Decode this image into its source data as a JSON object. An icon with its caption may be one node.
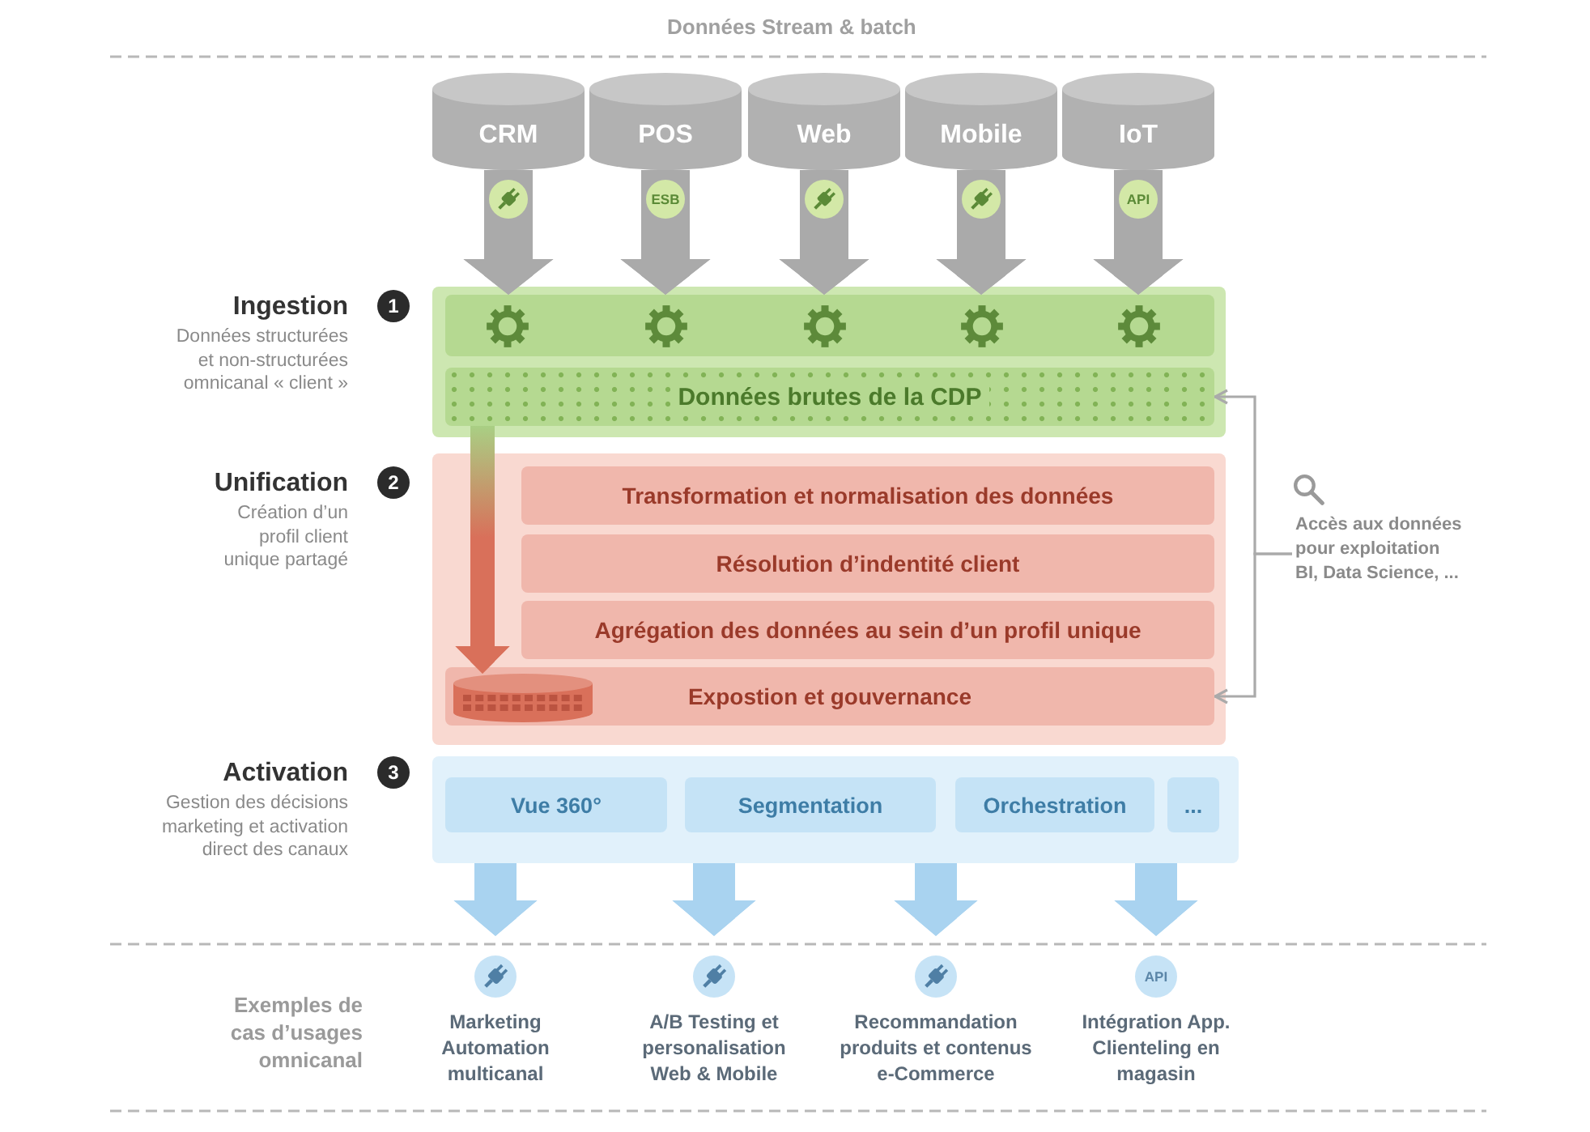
{
  "diagram": {
    "title": "Données Stream & batch",
    "nodes": [
      {
        "text": [
          "CRM"
        ]
      },
      {
        "text": [
          "POS"
        ]
      },
      {
        "text": [
          "Web"
        ]
      },
      {
        "text": [
          "Mobile"
        ]
      },
      {
        "text": [
          "IoT"
        ]
      },
      {
        "text": [
          "Ingestion",
          "Données structurées et non-structurées omnicanal « client »"
        ],
        "beside": [
          "1"
        ]
      },
      {
        "text": [],
        "shape": "bar",
        "in": 5
      },
      {
        "text": [
          "Données brutes de la CDP"
        ],
        "in": 5
      },
      {
        "text": [
          "Unification",
          "Création d’un profil client unique partagé"
        ],
        "beside": [
          "2"
        ]
      },
      {
        "text": [
          "Transformation et normalisation des données"
        ],
        "in": 8
      },
      {
        "text": [
          "Résolution d’indentité client"
        ],
        "in": 8
      },
      {
        "text": [
          "Agrégation des données au sein d’un profil unique"
        ],
        "in": 8
      },
      {
        "text": [
          "Expostion et gouvernance"
        ],
        "in": 8
      },
      {
        "text": [],
        "shape": "cylinder",
        "in": 12
      },
      {
        "text": [
          "Accès aux données pour exploitation BI, Data Science, ..."
        ]
      },
      {
        "text": [
          "Activation",
          "Gestion des décisions marketing et activation direct des canaux"
        ],
        "beside": [
          "3"
        ]
      },
      {
        "text": [
          "Vue 360°"
        ],
        "in": 15
      },
      {
        "text": [
          "Segmentation"
        ],
        "in": 15
      },
      {
        "text": [
          "Orchestration"
        ],
        "in": 15
      },
      {
        "text": [
          "..."
        ],
        "in": 15
      },
      {
        "text": [
          "Marketing Automation multicanal"
        ]
      },
      {
        "text": [
          "A/B Testing et personalisation Web & Mobile"
        ]
      },
      {
        "text": [
          "Recommandation produits et contenus e-Commerce"
        ]
      },
      {
        "text": [
          "API",
          "Intégration App. Clienteling en magasin"
        ]
      }
    ],
    "edges": [
      {
        "from": 0,
        "to": 6,
        "arrow": "to"
      },
      {
        "from": 1,
        "to": 6,
        "arrow": "to",
        "label": "ESB"
      },
      {
        "from": 2,
        "to": 6,
        "arrow": "to"
      },
      {
        "from": 3,
        "to": 6,
        "arrow": "to"
      },
      {
        "from": 4,
        "to": 6,
        "arrow": "to",
        "label": "API"
      },
      {
        "from": 7,
        "to": 13,
        "arrow": "to",
        "color": "#d9705a"
      },
      {
        "from": 14,
        "to": 7,
        "arrow": "to"
      },
      {
        "from": 14,
        "to": 12,
        "arrow": "to"
      },
      {
        "from": 15,
        "to": 20,
        "arrow": "to",
        "color": "#a9d3f0"
      },
      {
        "from": 15,
        "to": 21,
        "arrow": "to",
        "color": "#a9d3f0"
      },
      {
        "from": 15,
        "to": 22,
        "arrow": "to",
        "color": "#a9d3f0"
      },
      {
        "from": 15,
        "to": 23,
        "arrow": "to",
        "color": "#a9d3f0"
      }
    ],
    "labels": [
      "Exemples de cas d’usages omnicanal"
    ]
  }
}
